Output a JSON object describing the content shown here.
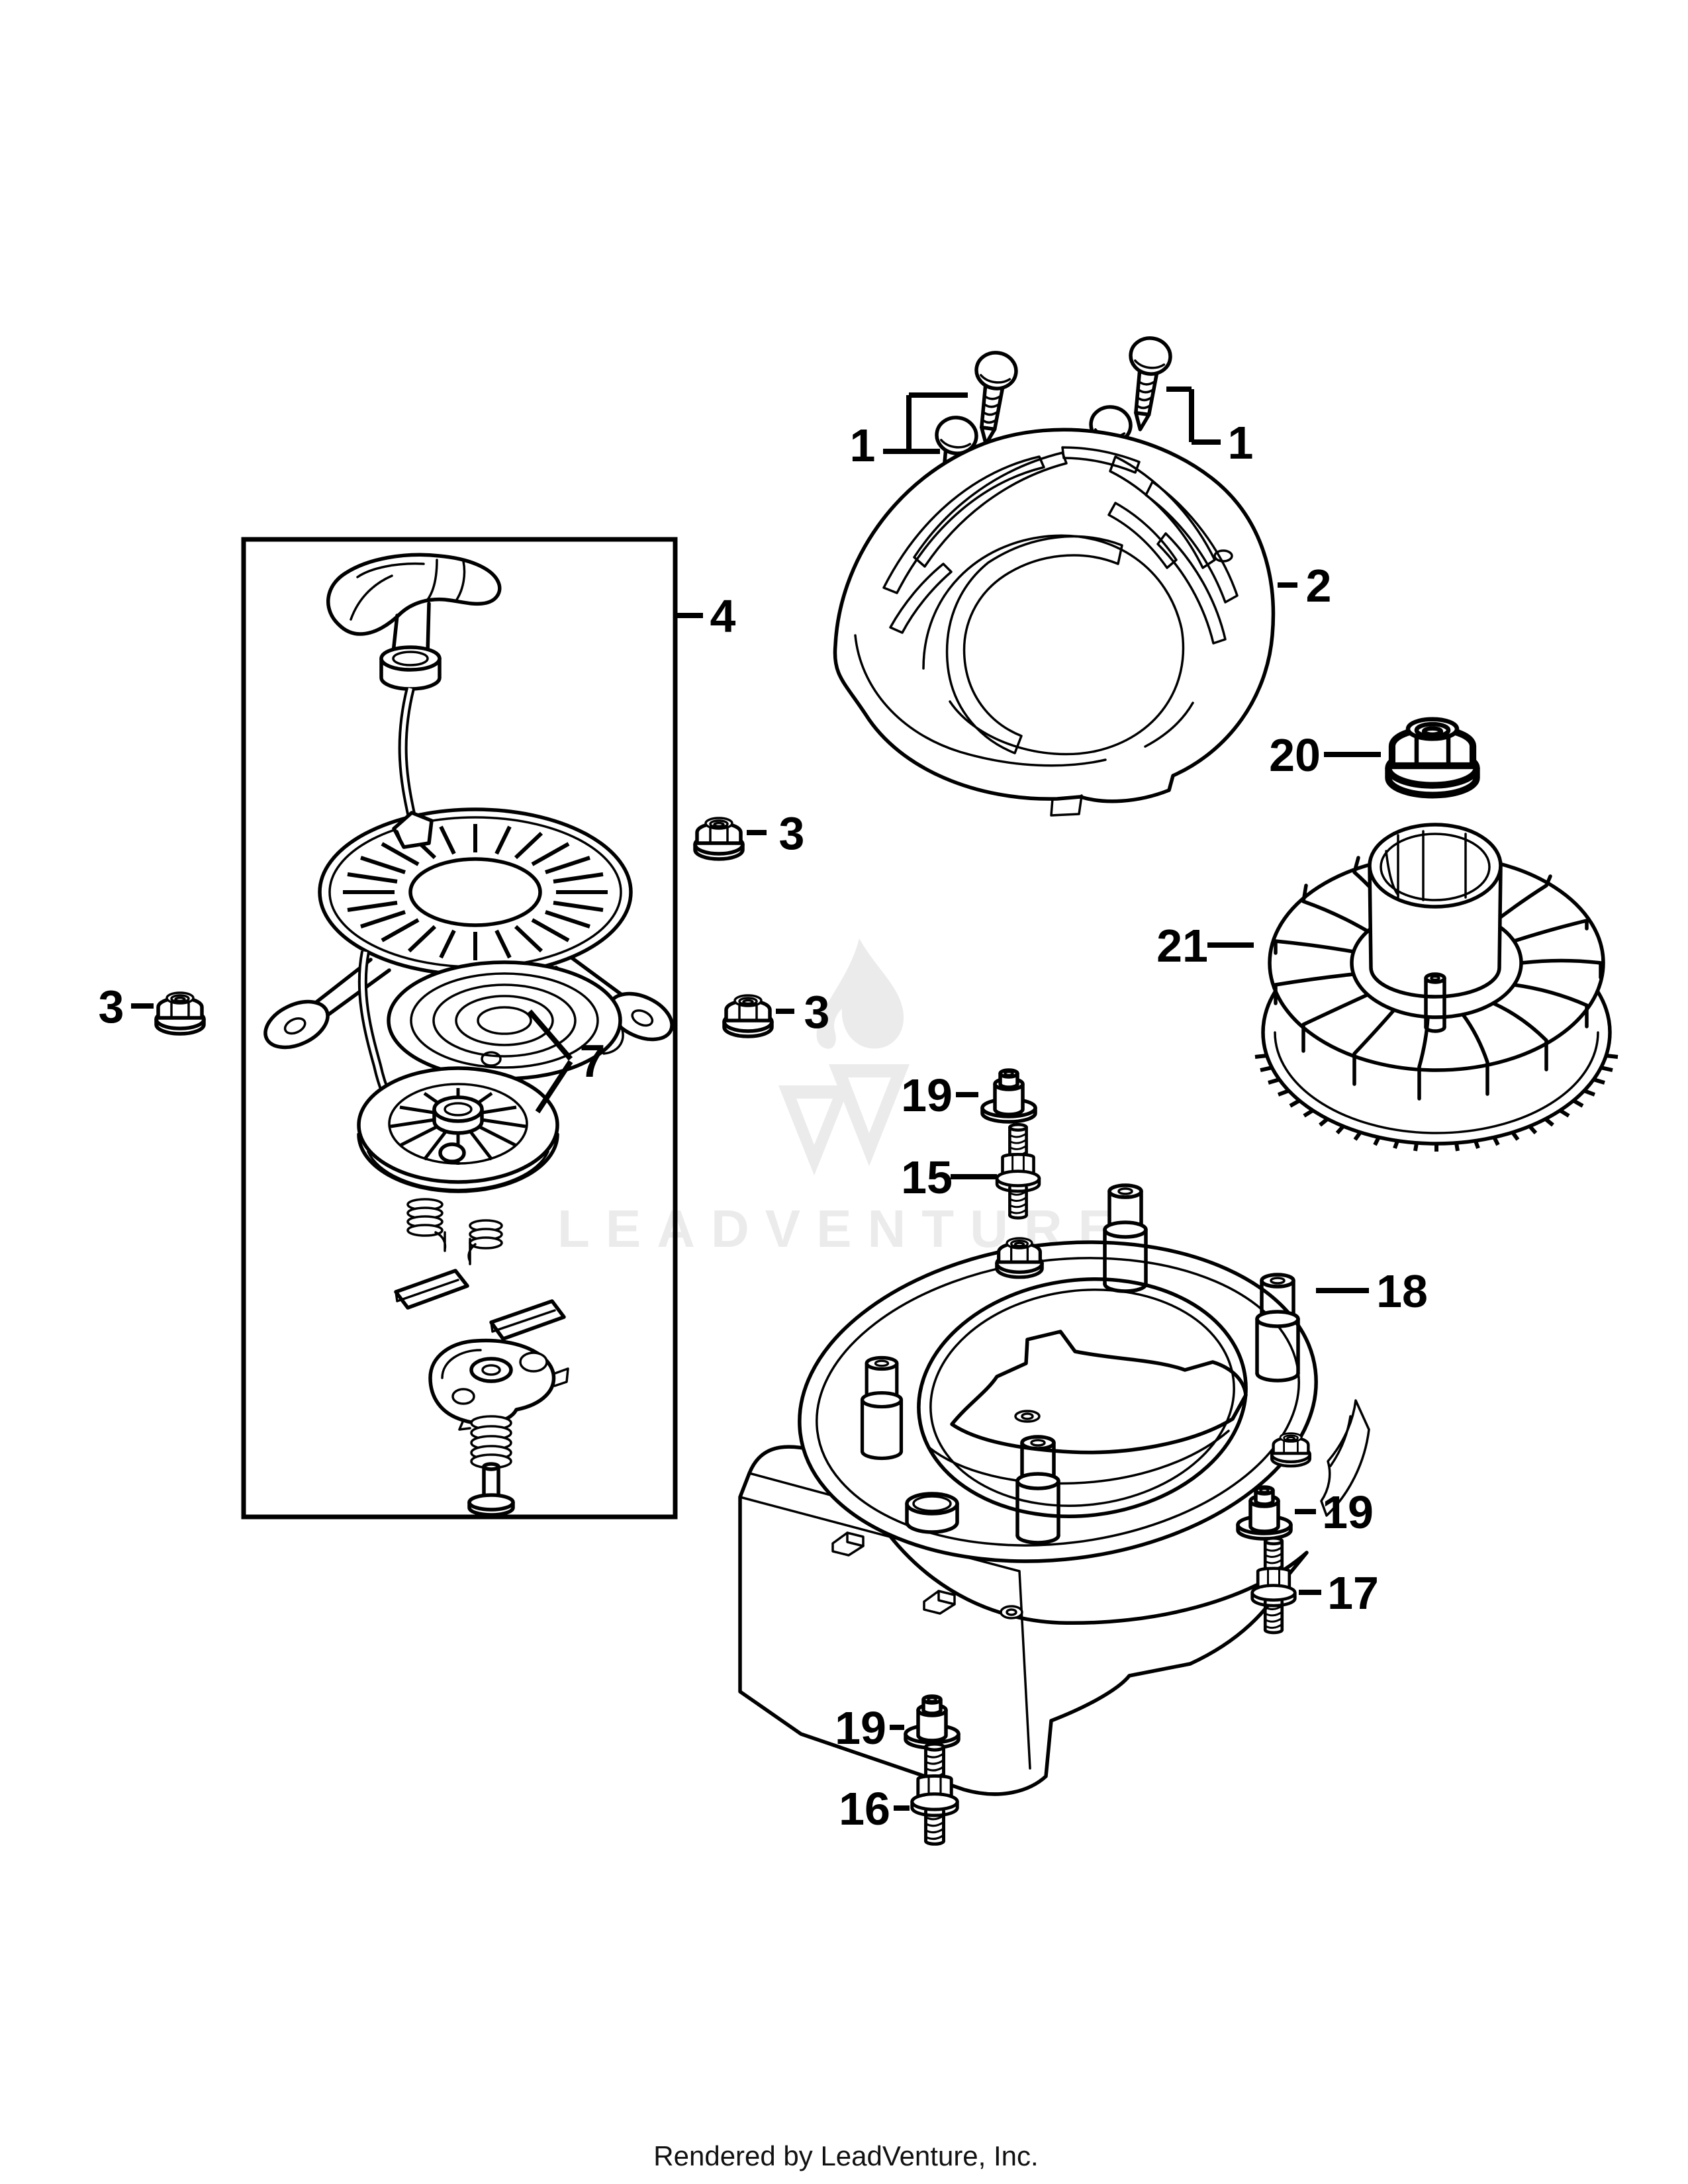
{
  "diagram": {
    "type": "exploded-parts-diagram",
    "watermark": {
      "text": "LEADVENTURE",
      "logo": "leadventure-flame-lv-logo",
      "color": "#ebebeb"
    },
    "footer": {
      "text": "Rendered by LeadVenture, Inc."
    },
    "callouts": [
      {
        "id": "screws-left",
        "label": "1"
      },
      {
        "id": "screws-right",
        "label": "1"
      },
      {
        "id": "blower-housing",
        "label": "2"
      },
      {
        "id": "nut-far-left",
        "label": "3"
      },
      {
        "id": "nut-upper-middle",
        "label": "3"
      },
      {
        "id": "nut-lower-middle",
        "label": "3"
      },
      {
        "id": "recoil-starter",
        "label": "4"
      },
      {
        "id": "spring-and-pulley",
        "label": "7"
      },
      {
        "id": "stud-top",
        "label": "15"
      },
      {
        "id": "stud-bottom",
        "label": "16"
      },
      {
        "id": "stud-right",
        "label": "17"
      },
      {
        "id": "housing-stud",
        "label": "18"
      },
      {
        "id": "flange-nut-top",
        "label": "19"
      },
      {
        "id": "flange-nut-right",
        "label": "19"
      },
      {
        "id": "flange-nut-bottom",
        "label": "19"
      },
      {
        "id": "flywheel-nut",
        "label": "20"
      },
      {
        "id": "flywheel",
        "label": "21"
      }
    ]
  },
  "colors": {
    "line": "#000000",
    "watermark": "#ebebeb",
    "background": "#ffffff"
  }
}
